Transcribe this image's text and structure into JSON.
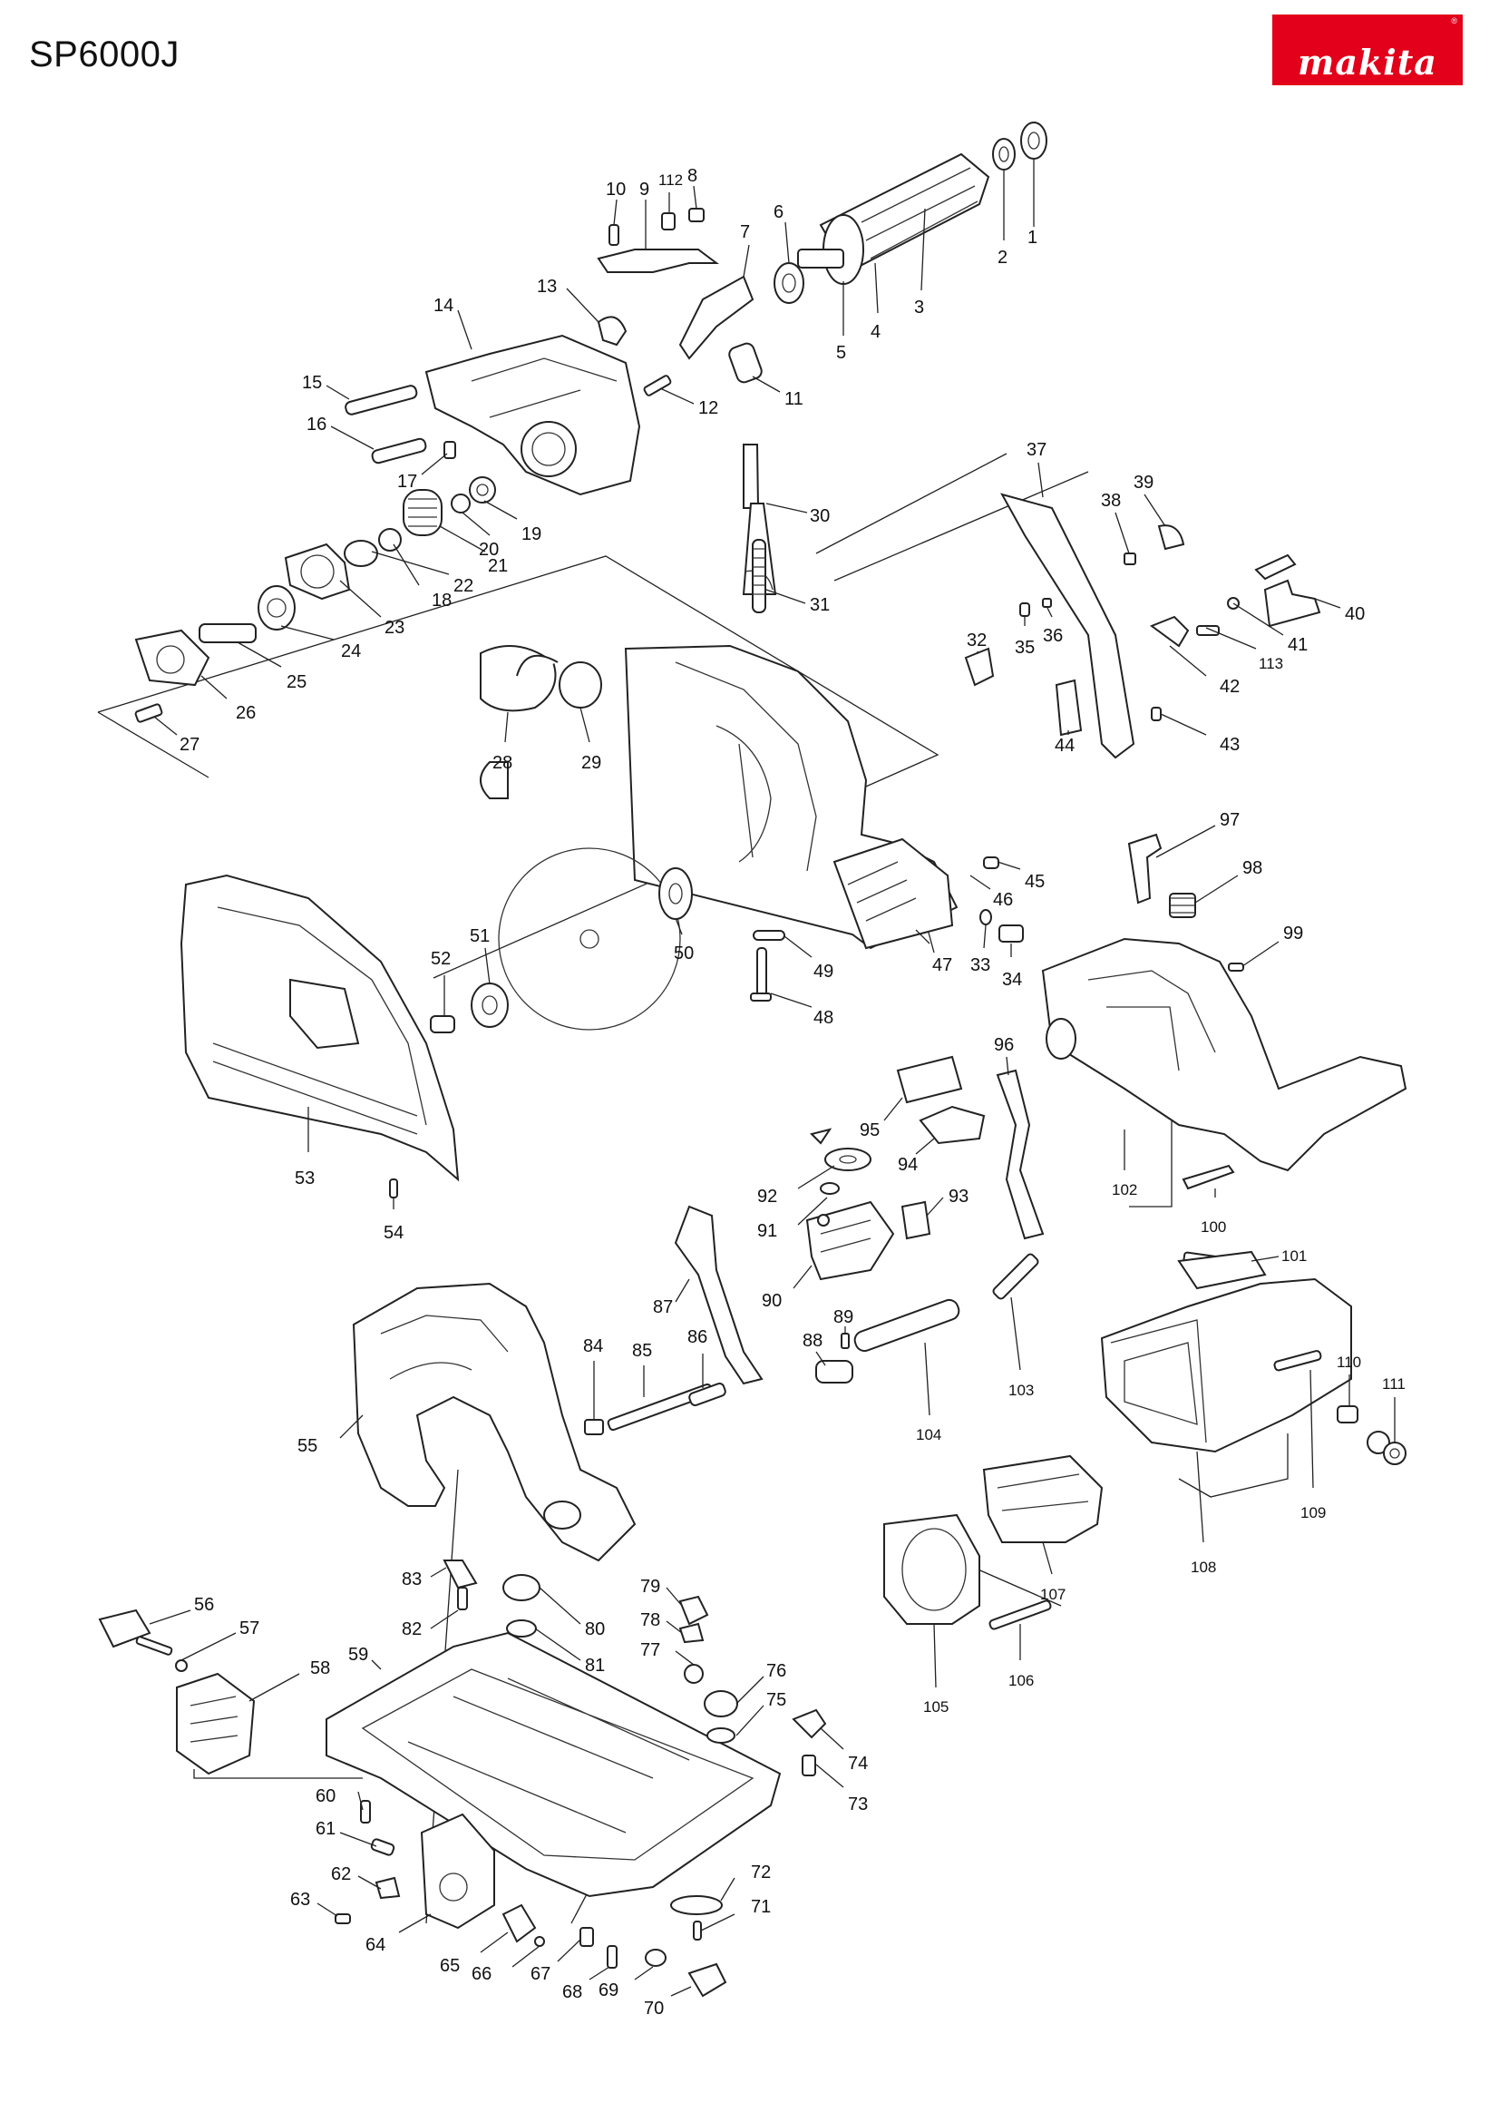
{
  "header": {
    "model": "SP6000J",
    "brand_logo": "makita",
    "logo_color": "#e2001a"
  },
  "labels": [
    "1",
    "2",
    "3",
    "4",
    "5",
    "6",
    "7",
    "8",
    "9",
    "10",
    "11",
    "12",
    "13",
    "14",
    "15",
    "16",
    "17",
    "18",
    "19",
    "20",
    "21",
    "22",
    "23",
    "24",
    "25",
    "26",
    "27",
    "28",
    "29",
    "30",
    "31",
    "32",
    "33",
    "34",
    "35",
    "36",
    "37",
    "38",
    "39",
    "40",
    "41",
    "42",
    "43",
    "44",
    "45",
    "46",
    "47",
    "48",
    "49",
    "50",
    "51",
    "52",
    "53",
    "54",
    "55",
    "56",
    "57",
    "58",
    "59",
    "60",
    "61",
    "62",
    "63",
    "64",
    "65",
    "66",
    "67",
    "68",
    "69",
    "70",
    "71",
    "72",
    "73",
    "74",
    "75",
    "76",
    "77",
    "78",
    "79",
    "80",
    "81",
    "82",
    "83",
    "84",
    "85",
    "86",
    "87",
    "88",
    "89",
    "90",
    "91",
    "92",
    "93",
    "94",
    "95",
    "96",
    "97",
    "98",
    "99",
    "100",
    "101",
    "102",
    "103",
    "104",
    "105",
    "106",
    "107",
    "108",
    "109",
    "110",
    "111",
    "112",
    "113"
  ]
}
